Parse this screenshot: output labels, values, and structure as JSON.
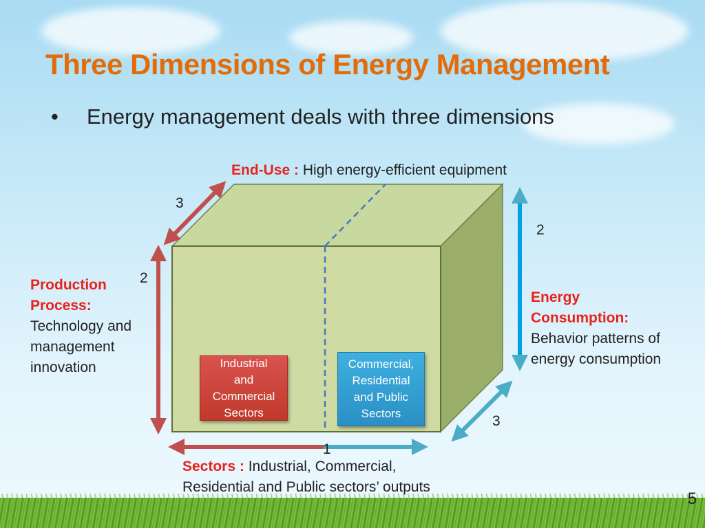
{
  "slide": {
    "title": "Three Dimensions of Energy Management",
    "bullet": "Energy management deals with three dimensions",
    "page_number": "5"
  },
  "diagram": {
    "end_use": {
      "heading": "End-Use :",
      "text": "High energy-efficient equipment"
    },
    "production": {
      "heading_line1": "Production",
      "heading_line2": "Process:",
      "text_line1": "Technology and",
      "text_line2": "management",
      "text_line3": "innovation"
    },
    "consumption": {
      "heading_line1": "Energy",
      "heading_line2": "Consumption:",
      "text_line1": "Behavior patterns of",
      "text_line2": "energy consumption"
    },
    "sectors": {
      "heading": "Sectors :",
      "text_line1": "Industrial, Commercial,",
      "text_line2": "Residential and Public sectors’ outputs"
    },
    "numbers": {
      "top_diag": "3",
      "right_vertical": "2",
      "left_vertical": "2",
      "bottom_diag": "3",
      "bottom_horizontal": "1"
    },
    "box_industrial": {
      "line1": "Industrial",
      "line2": "and",
      "line3": "Commercial",
      "line4": "Sectors"
    },
    "box_commercial": {
      "line1": "Commercial,",
      "line2": "Residential",
      "line3": "and Public",
      "line4": "Sectors"
    },
    "colors": {
      "red_arrow": "#c0504d",
      "blue_arrow": "#4bacc6",
      "cube_front": "#cfdba3",
      "cube_top": "#c8d9a0",
      "cube_side": "#9aae6a"
    }
  }
}
